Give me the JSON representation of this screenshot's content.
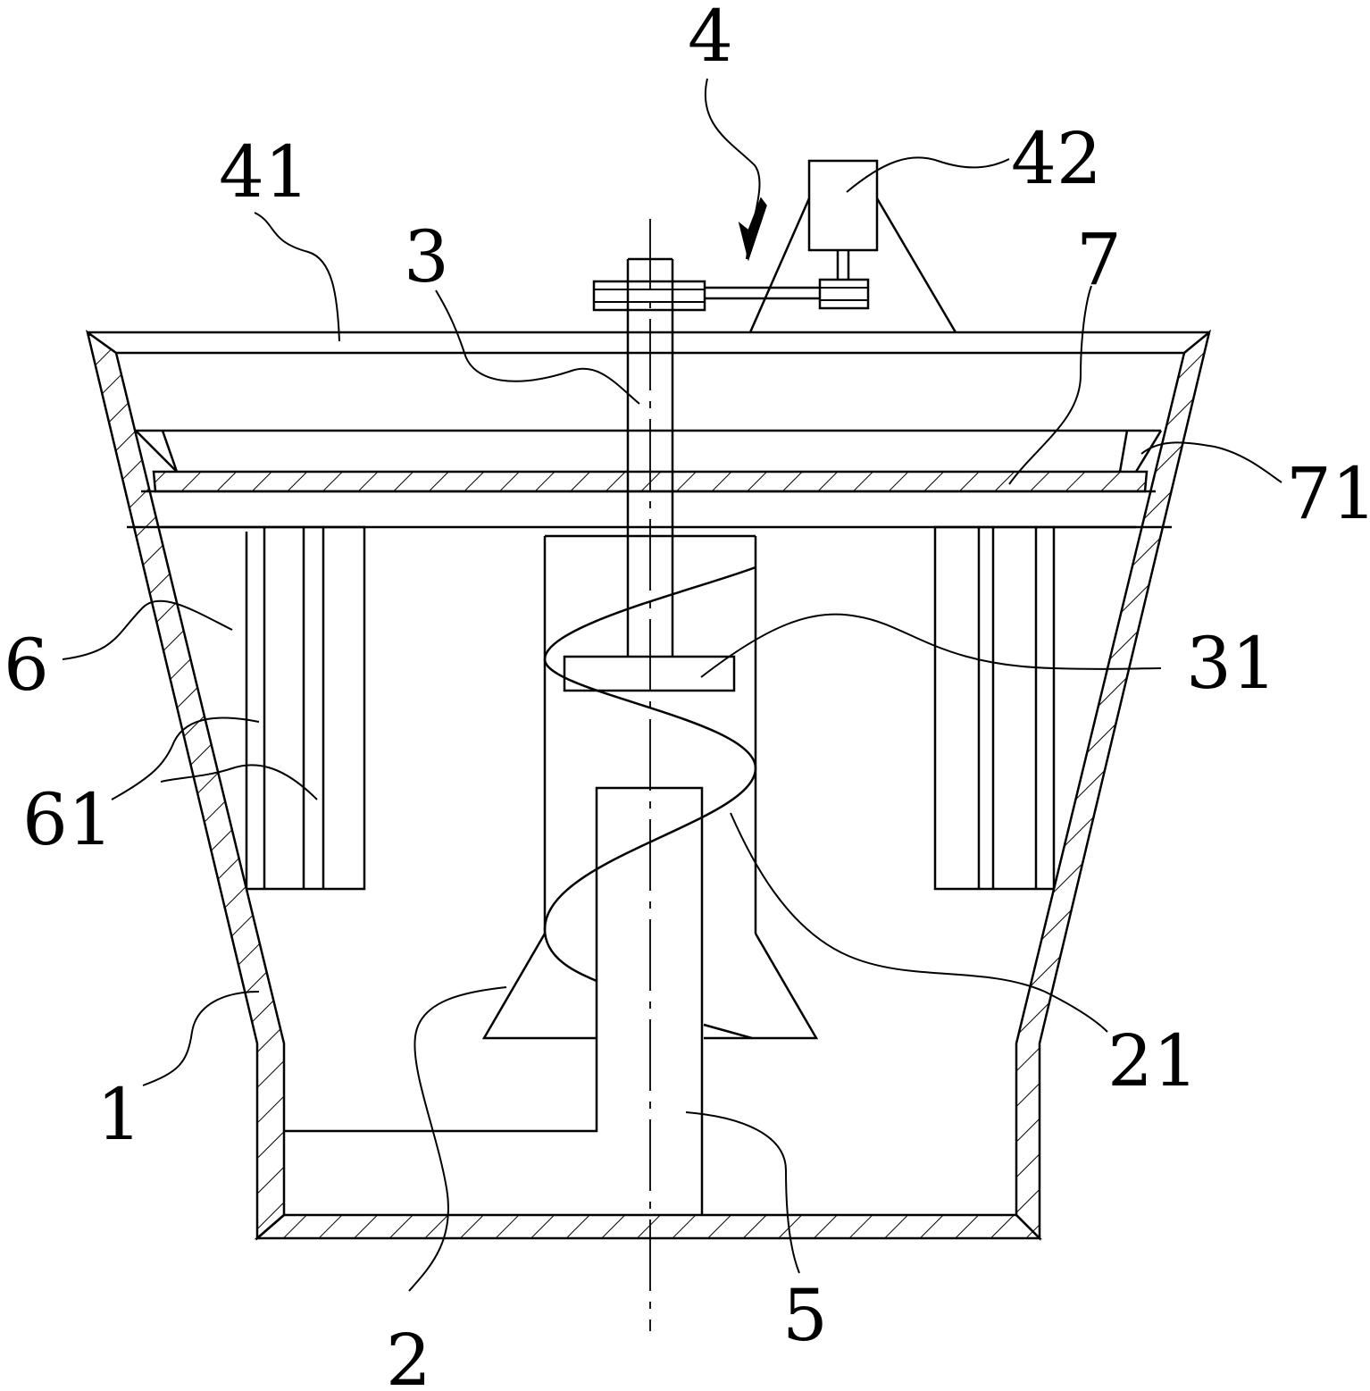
{
  "labels": {
    "l1": "1",
    "l2": "2",
    "l3": "3",
    "l4": "4",
    "l5": "5",
    "l6": "6",
    "l7": "7",
    "l21": "21",
    "l31": "31",
    "l41": "41",
    "l42": "42",
    "l61": "61",
    "l71": "71"
  }
}
